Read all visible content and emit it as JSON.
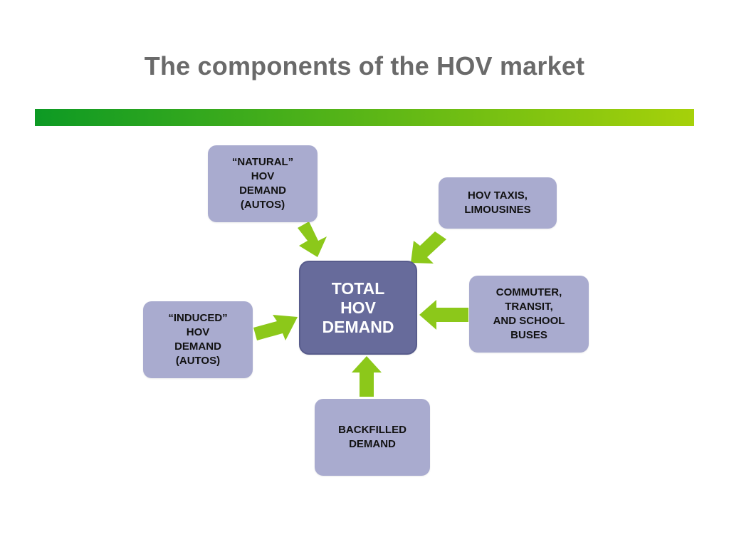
{
  "slide": {
    "title": "The components of the HOV market"
  },
  "colors": {
    "title_text": "#6a6a6a",
    "bar_start": "#0d9a24",
    "bar_end": "#a6d10a",
    "box_fill": "#a9abcf",
    "center_fill": "#676b9b",
    "arrow_fill": "#8cc81a"
  },
  "diagram": {
    "center": {
      "label": "TOTAL\nHOV\nDEMAND"
    },
    "sources": [
      {
        "id": "natural",
        "label": "“NATURAL”\nHOV\nDEMAND\n(AUTOS)"
      },
      {
        "id": "taxis",
        "label": "HOV TAXIS,\nLIMOUSINES"
      },
      {
        "id": "commuter",
        "label": "COMMUTER,\nTRANSIT,\nAND SCHOOL\nBUSES"
      },
      {
        "id": "induced",
        "label": "“INDUCED”\nHOV\nDEMAND\n(AUTOS)"
      },
      {
        "id": "backfilled",
        "label": "BACKFILLED\nDEMAND"
      }
    ]
  }
}
